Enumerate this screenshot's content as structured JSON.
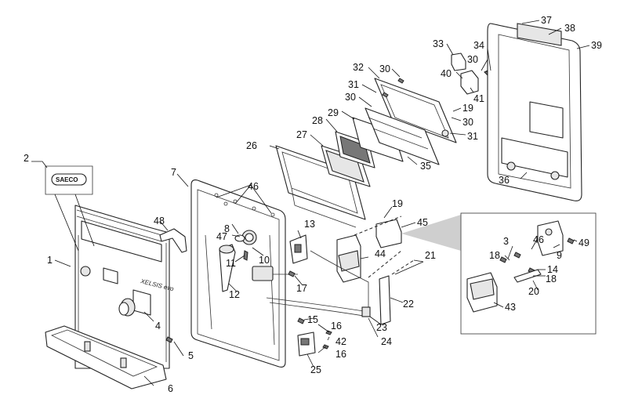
{
  "brand": {
    "product_name": "XELSIS",
    "product_suffix": "evo",
    "logo_text": "SAECO"
  },
  "callouts": {
    "n1": "1",
    "n2": "2",
    "n3": "3",
    "n4": "4",
    "n5": "5",
    "n6": "6",
    "n7": "7",
    "n8": "8",
    "n9": "9",
    "n10": "10",
    "n11": "11",
    "n12": "12",
    "n13": "13",
    "n14": "14",
    "n15": "15",
    "n16": "16",
    "n17": "17",
    "n18": "18",
    "n19": "19",
    "n20": "20",
    "n21": "21",
    "n22": "22",
    "n23": "23",
    "n24": "24",
    "n25": "25",
    "n26": "26",
    "n27": "27",
    "n28": "28",
    "n29": "29",
    "n30": "30",
    "n31": "31",
    "n32": "32",
    "n33": "33",
    "n34": "34",
    "n35": "35",
    "n36": "36",
    "n37": "37",
    "n38": "38",
    "n39": "39",
    "n40": "40",
    "n41": "41",
    "n42": "42",
    "n43": "43",
    "n44": "44",
    "n45": "45",
    "n46": "46",
    "n47": "47",
    "n48": "48",
    "n49": "49"
  }
}
